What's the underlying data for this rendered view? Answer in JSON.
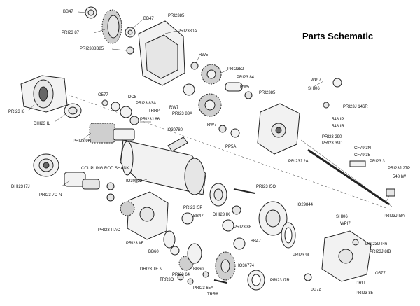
{
  "title": "Parts Schematic",
  "labels": {
    "bb47_a": "BB47",
    "bb47_b": "BB47",
    "pri2385": "PRI2385",
    "pri23_87": "PRI23 87",
    "pri2380a": "PRI2380A",
    "pri2388b85": "PRI2388B85",
    "rw5_a": "RW5",
    "pri2382": "PRI2382",
    "pri23_84": "PRI23 84",
    "rw5_b": "RW5",
    "pri2385_b": "PRI2385",
    "wpi7_a": "WPI7",
    "shi06_a": "SHI06",
    "pri23_18": "PRI23 I8",
    "dhi23_1l": "DHI23 IL",
    "o577_a": "O577",
    "dc8": "DC8",
    "pri23_83a_a": "PRI23 83A",
    "trri4": "TRRI4",
    "rw7_a": "RW7",
    "pri23_83a_b": "PRI23 83A",
    "pri23j_86": "PRI23J 86",
    "pri23j_146r": "PRI23J 146R",
    "548ip": "548 IP",
    "548ir": "548 IR",
    "rw7_b": "RW7",
    "pri23_9h": "PRI23 9H",
    "i030780": "IO30780",
    "pp5a": "PP5A",
    "pri23_290": "PRI23 290",
    "pri23_39d": "PRI23 39D",
    "cf79_3n": "CF79 3N",
    "cf79_35": "CF79 35",
    "pri23j_2a": "PRI23J 2A",
    "pri23_3": "PRI23 3",
    "pri23j_27p": "PRI23J 27P",
    "548_iw": "548 IW",
    "dhi23_i7j": "DHI23 I7J",
    "coupling": "COUPLING ROD SHANK",
    "i030802": "IO30802",
    "pri23_70n": "PRI23 7O N",
    "pri23_150": "PRI23 I5O",
    "pri23_i5p": "PRI23 I5P",
    "dhi23_ik": "DHI23 IK",
    "i029844": "IO29844",
    "pri23j_13a": "PRI23J I3A",
    "pri23_1tac": "PRI23 ITAC",
    "bb47_c": "BB47",
    "pri23_88": "PRI23 88",
    "shi06_b": "SHI06",
    "wpi7_b": "WPI7",
    "bb47_d": "BB47",
    "pri23_if": "PRI23 I/F",
    "pri23_91": "PRI23 9I",
    "dhi23_d_146": "DHI23D I46",
    "pri23j_81b": "PRI23J 8IB",
    "bb60_a": "BB60",
    "i036774": "IO36774",
    "dhi23_tfn": "DHI23 TF N",
    "pri23_64": "PRI23 64",
    "bb60_b": "BB60",
    "trr30": "TRR3O",
    "pri23_65a": "PRI23 65A",
    "trr8": "TRR8",
    "pri23_17r": "PRI23 I7R",
    "pp7a": "PP7A",
    "o577_b": "O577",
    "dri1": "DRI I",
    "pri23_85": "PRI23 85"
  }
}
